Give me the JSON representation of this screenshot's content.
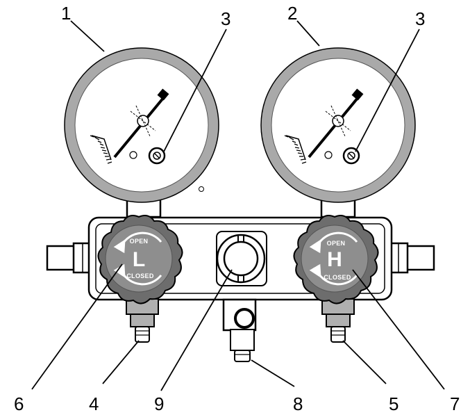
{
  "colors": {
    "gauge_ring": "#a9a9a9",
    "knob_dark": "#6d6d6d",
    "knob_face": "#8e8e8e",
    "port_gray": "#b0b0b0",
    "line": "#000000"
  },
  "labels": {
    "low_gauge": "1",
    "high_gauge": "2",
    "adjust_screw_left": "3",
    "adjust_screw_right": "3",
    "low_port": "4",
    "high_port": "5",
    "low_valve": "6",
    "high_valve": "7",
    "service_port": "8",
    "sight_glass": "9"
  },
  "knobs": {
    "low": {
      "letter": "L",
      "open": "OPEN",
      "closed": "CLOSED"
    },
    "high": {
      "letter": "H",
      "open": "OPEN",
      "closed": "CLOSED"
    }
  }
}
